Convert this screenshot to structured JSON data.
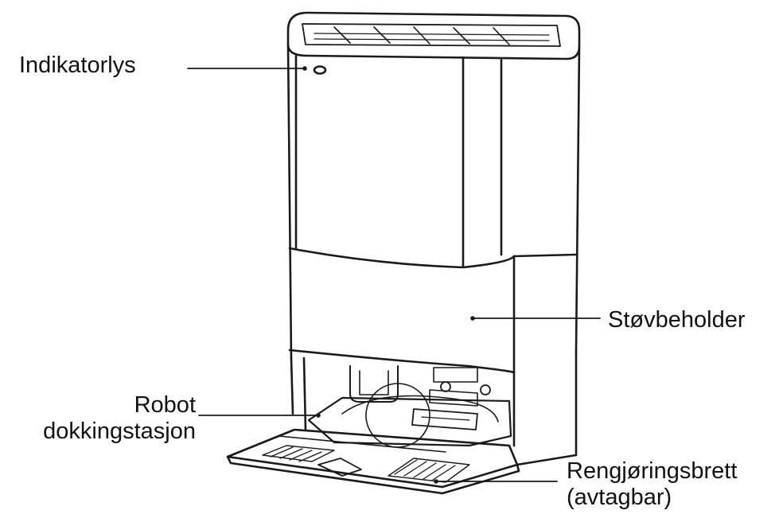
{
  "colors": {
    "line": "#1a1a1a",
    "text": "#111111",
    "background": "#ffffff",
    "shade": "#e6e6e6"
  },
  "labels": {
    "indicator": "Indikatorlys",
    "dust_bin": "Støvbeholder",
    "dock_line1": "Robot",
    "dock_line2": "dokkingstasjon",
    "tray_line1": "Rengjøringsbrett",
    "tray_line2": "(avtagbar)"
  }
}
